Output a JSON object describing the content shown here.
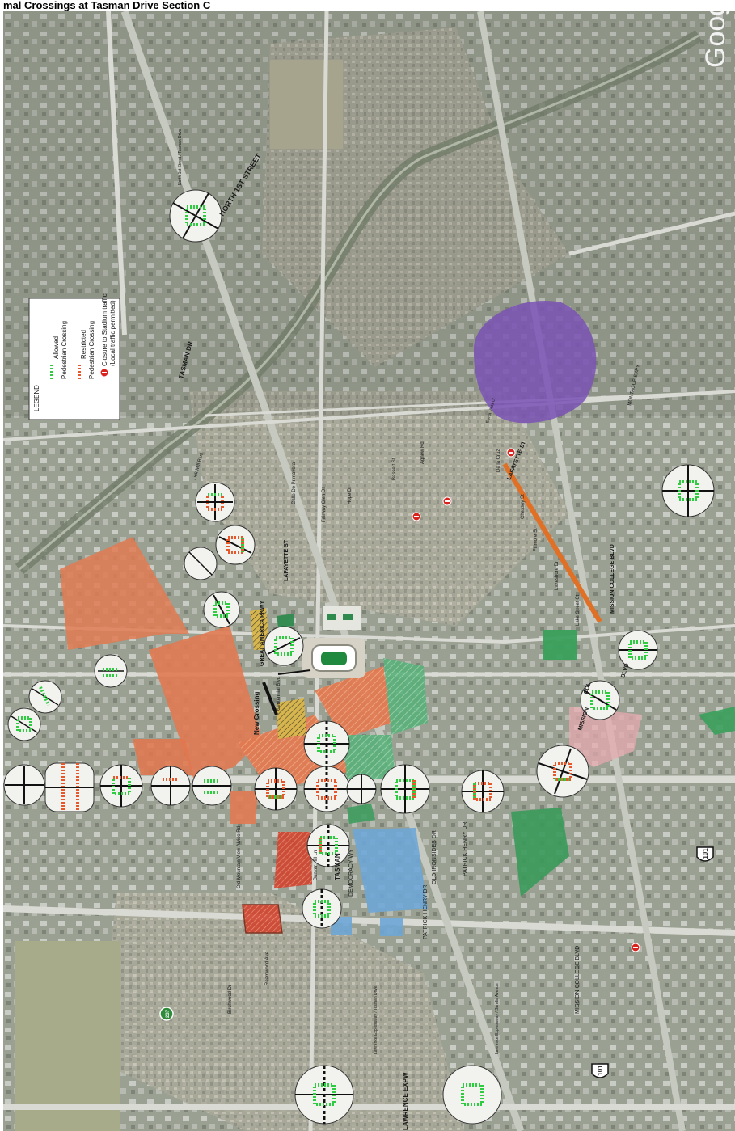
{
  "header": {
    "visible_text": "mal Crossings at Tasman Drive Section C"
  },
  "map": {
    "watermark": "Google",
    "highway_101_a": "101",
    "highway_101_b": "101",
    "highway_237": "237"
  },
  "legend": {
    "title": "LEGEND",
    "items": [
      {
        "label_line1": "Allowed",
        "label_line2": "Pedestrian Crossing",
        "color": "#2ecc40"
      },
      {
        "label_line1": "Restricted",
        "label_line2": "Pedestrian Crossing",
        "color": "#e8572a"
      },
      {
        "label_line1": "Closure to Stadium traffic",
        "label_line2": "(Local traffic permitted)",
        "color": "#d9231f"
      }
    ]
  },
  "streets": {
    "north_first": "NORTH 1ST STREET",
    "tasman_upper": "TASMAN DR",
    "tasman_lower": "TASMAN",
    "lafayette_mid": "LAFAYETTE ST",
    "lafayette_south": "LAFAYETTE ST",
    "mission_college": "MISSION COLLEGE BLVD",
    "mission_college_lower": "MISSION COLLEGE BLVD",
    "great_america": "GREAT AMERICA PKWY",
    "old_ironsides": "OLD IRONSIDES DR",
    "patrick_henry_upper": "PATRICK HENRY DR",
    "patrick_henry_lower": "PATRICK HENRY DR",
    "democracy": "DEMOCRACY WY",
    "lawrence": "LAWRENCE EXPW",
    "old_mtn_view": "Old Mountain View Alviso Rd",
    "bunker_hill": "Bunker Hill Ln",
    "reamwood": "Reamwood Ave",
    "birchwood": "Birchwood Dr",
    "lick_mill": "Lick Mill Blvd",
    "calle": "Calle De Primavera",
    "fairway": "Fairway Glen Dr",
    "hope": "Hope Dr",
    "bassett": "Bassett St",
    "agnew": "Agnew Rd",
    "sierra": "Sierra Vista Ct",
    "montague": "MONTAGUE EXPY",
    "centennial": "Centennial Blvd",
    "mission_blvd_sign": "MISSION",
    "col_sign": "COL",
    "blvd_sign": "BLVD",
    "new_crossing": "New Crossing",
    "n1st_tasman": "North 1st Street / Tasman Drive",
    "lawrence_tasman": "Lawrence Expressway / Tasman Drive",
    "lawrence_sandia": "Lawrence Expressway / Sandia Avenue",
    "delaware": "De la Cruz",
    "chessie": "Chessey St",
    "fillmore": "Fillmore St",
    "lakeshore": "Lakeshore Dr",
    "lake_street": "Lake Street Ct"
  }
}
